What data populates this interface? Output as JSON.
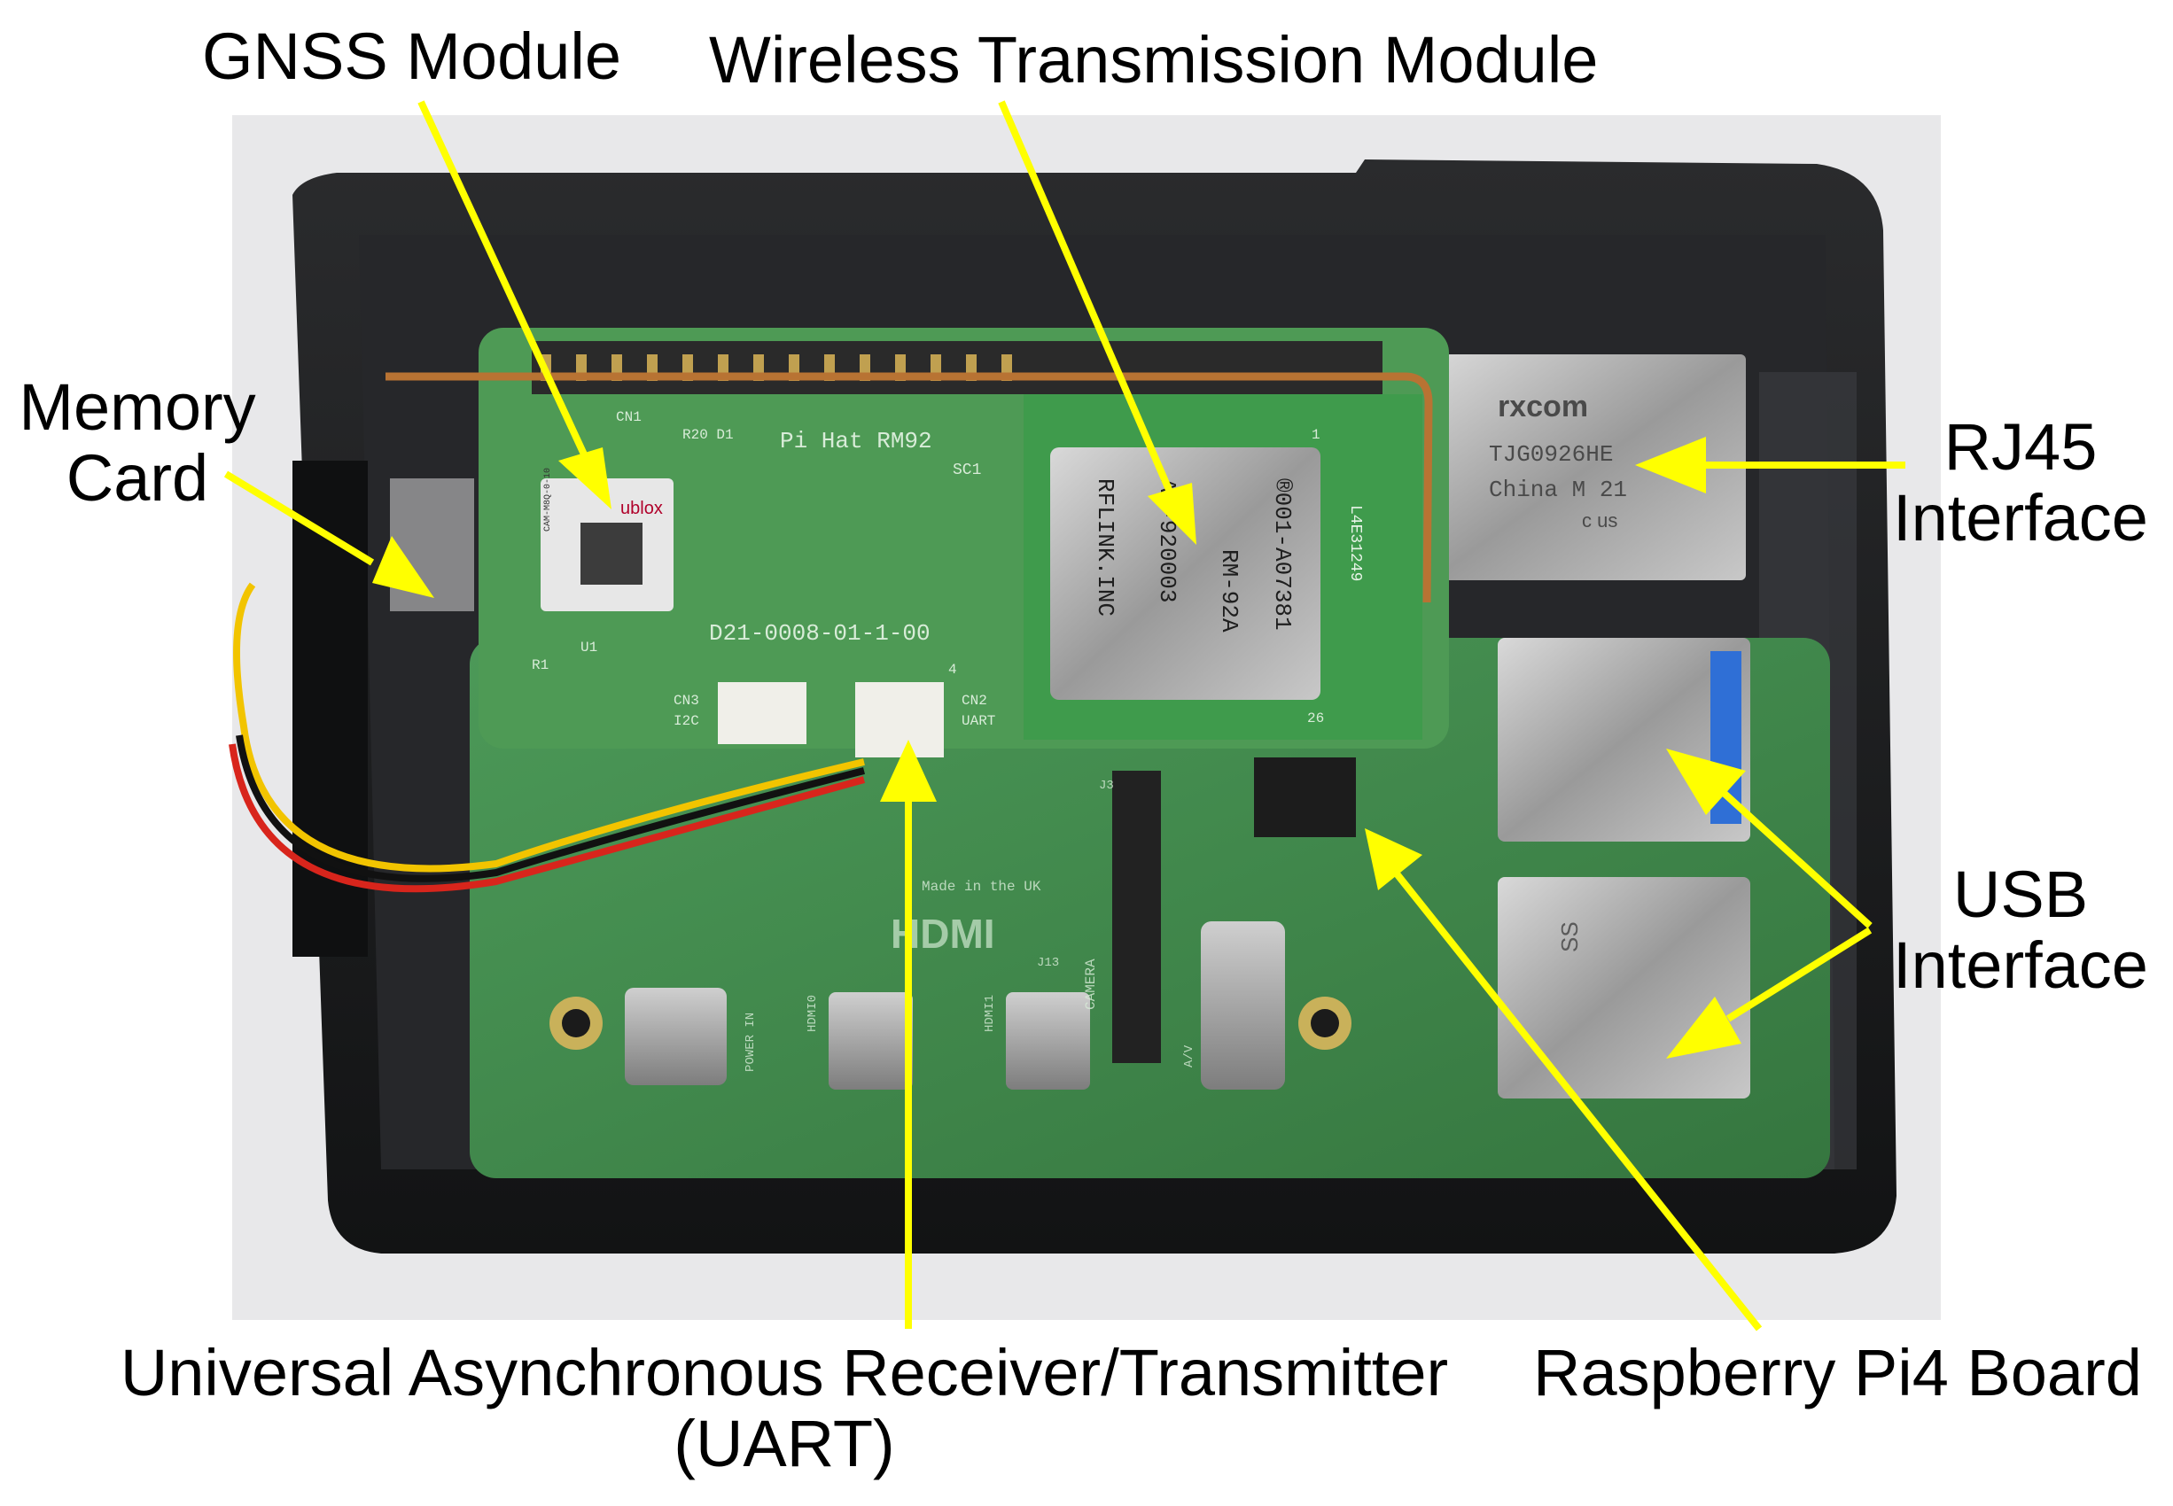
{
  "labels": {
    "gnss": "GNSS Module",
    "wireless": "Wireless Transmission Module",
    "memory_line1": "Memory",
    "memory_line2": "Card",
    "rj45_line1": "RJ45",
    "rj45_line2": "Interface",
    "usb_line1": "USB",
    "usb_line2": "Interface",
    "uart_line1": "Universal Asynchronous Receiver/Transmitter",
    "uart_line2": "(UART)",
    "raspberry": "Raspberry Pi4 Board"
  },
  "board_print": {
    "pi_hat": "Pi Hat RM92",
    "sc1": "SC1",
    "cn1": "CN1",
    "r20": "R20 D1",
    "u1": "U1",
    "r1": "R1",
    "pcb_code": "D21-0008-01-1-00",
    "cn3": "CN3",
    "i2c": "I2C",
    "cn2": "CN2",
    "uart": "UART",
    "pin1": "1",
    "pin4": "4",
    "pin26": "26",
    "ublox": "ublox",
    "cam_code": "CAM-M8Q-0-10",
    "rf_line1": "®001-A07381",
    "rf_line2": "RM-92A",
    "rf_line3": "AA-920003",
    "rf_line4": "RFLINK.INC",
    "rf_serial": "L4E31249",
    "rj45_brand": "rxcom",
    "rj45_model": "TJG0926HE",
    "rj45_origin": "China M 21",
    "rj45_cert": "c us",
    "made_in": "Made in the UK",
    "hdmi": "HDMI",
    "camera": "CAMERA",
    "power_in": "POWER IN",
    "hdmi0": "HDMI0",
    "hdmi1": "HDMI1",
    "j3": "J3",
    "j13": "J13",
    "av": "A/V",
    "usb_mark": "SS"
  },
  "colors": {
    "arrow": "#ffff00",
    "case": "#1c1d1f",
    "board": "#3f8a4c",
    "hat": "#4e9a55",
    "background": "#e9e9ea"
  }
}
